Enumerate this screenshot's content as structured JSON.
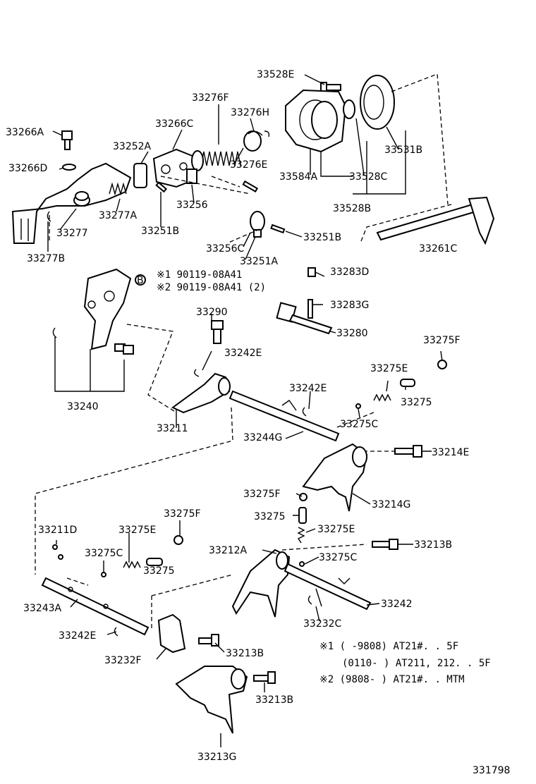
{
  "labels": {
    "33266A": "33266A",
    "33266D": "33266D",
    "33277B": "33277B",
    "33277": "33277",
    "33277A": "33277A",
    "33252A": "33252A",
    "33266C": "33266C",
    "33276F": "33276F",
    "33276H": "33276H",
    "33276E": "33276E",
    "33256": "33256",
    "33251B_1": "33251B",
    "33256C": "33256C",
    "33251A": "33251A",
    "33251B_2": "33251B",
    "33528E": "33528E",
    "33584A": "33584A",
    "33528C": "33528C",
    "33531B": "33531B",
    "33528B": "33528B",
    "33261C": "33261C",
    "33283D": "33283D",
    "33283G": "33283G",
    "33280": "33280",
    "33290": "33290",
    "33240": "33240",
    "33242E_1": "33242E",
    "33211": "33211",
    "33244G": "33244G",
    "33242E_2": "33242E",
    "33275E_1": "33275E",
    "33275_1": "33275",
    "33275F_1": "33275F",
    "33275C_1": "33275C",
    "33214E": "33214E",
    "33275F_2": "33275F",
    "33214G": "33214G",
    "33275_2": "33275",
    "33275E_2": "33275E",
    "33213B_1": "33213B",
    "33212A": "33212A",
    "33275C_2": "33275C",
    "33242": "33242",
    "33232C": "33232C",
    "33211D": "33211D",
    "33275E_3": "33275E",
    "33275F_3": "33275F",
    "33275C_3": "33275C",
    "33275_3": "33275",
    "33243A": "33243A",
    "33242E_3": "33242E",
    "33232F": "33232F",
    "33213B_2": "33213B",
    "33213B_3": "33213B",
    "33213G": "33213G"
  },
  "bolt_notes": {
    "line1": "※1 90119-08A41",
    "line2": "※2 90119-08A41 (2)",
    "marker": "B"
  },
  "footnotes": {
    "line1": "※1 (      -9808) AT21#. . 5F",
    "line2": "(0110-       ) AT211, 212. . 5F",
    "line3": "※2 (9808-       ) AT21#. . MTM"
  },
  "diagram_id": "331798"
}
